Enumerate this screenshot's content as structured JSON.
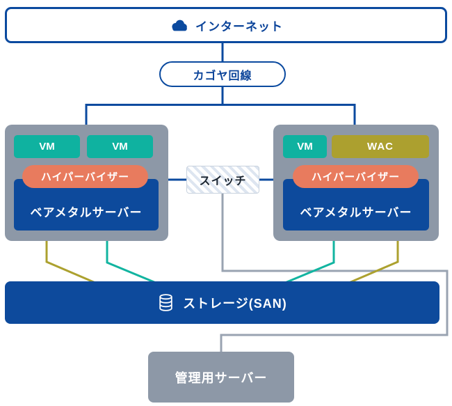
{
  "internet": {
    "label": "インターネット"
  },
  "kagoya_line": {
    "label": "カゴヤ回線"
  },
  "server_left": {
    "vms": [
      "VM",
      "VM"
    ],
    "hypervisor_label": "ハイパーバイザー",
    "baremetal_label": "ベアメタルサーバー"
  },
  "server_right": {
    "vm_label": "VM",
    "wac_label": "WAC",
    "hypervisor_label": "ハイパーバイザー",
    "baremetal_label": "ベアメタルサーバー"
  },
  "switch": {
    "label": "スイッチ"
  },
  "storage": {
    "label": "ストレージ(SAN)"
  },
  "management": {
    "label": "管理用サーバー"
  },
  "icons": {
    "cloud": "cloud-icon",
    "database": "database-icon"
  },
  "colors": {
    "primary_blue": "#0b4a9f",
    "navy_box": "#0d4a9c",
    "gray_box": "#8d98a7",
    "gray_line": "#99a3b1",
    "teal": "#12b4a0",
    "olive": "#aca12f",
    "coral": "#e87b5e",
    "switch_stripe": "#dde5f0"
  }
}
